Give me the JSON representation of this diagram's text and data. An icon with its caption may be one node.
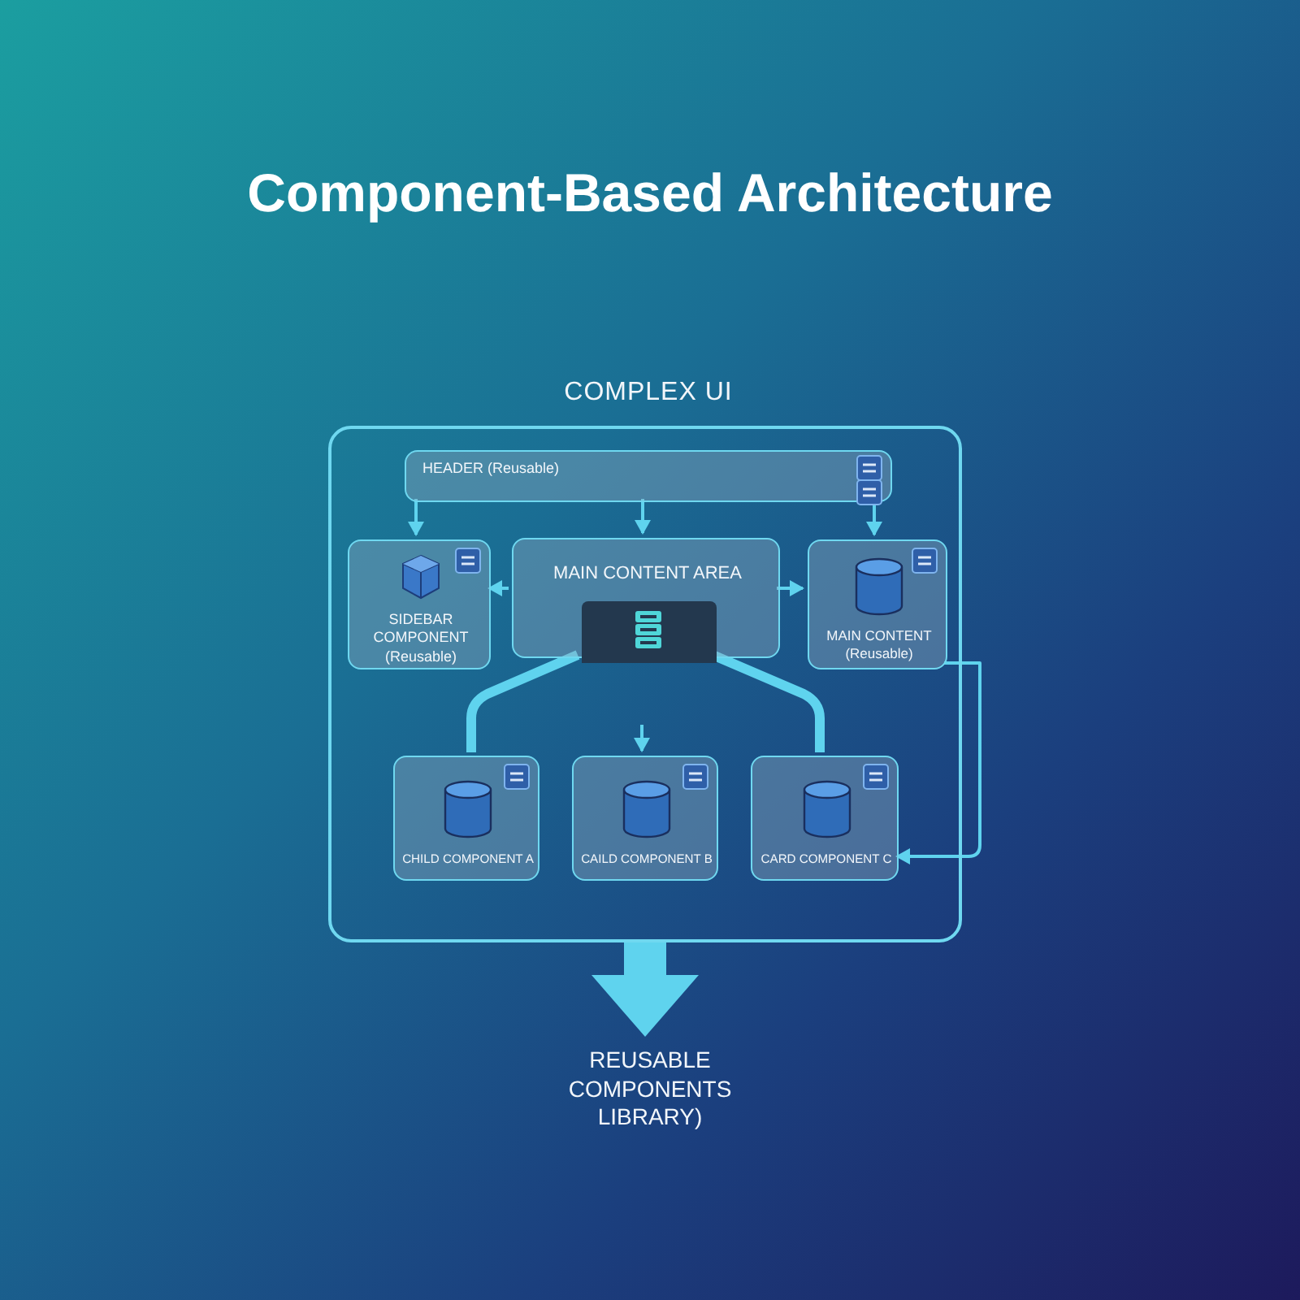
{
  "diagram": {
    "title": "Component-Based Architecture",
    "nodes": [
      {
        "text": [
          "COMPLEX UI"
        ]
      },
      {
        "text": [
          "HEADER (Reusable)"
        ],
        "in": 0
      },
      {
        "text": [
          "SIDEBAR COMPONENT (Reusable)"
        ],
        "in": 0
      },
      {
        "text": [
          "MAIN CONTENT AREA"
        ],
        "in": 0
      },
      {
        "text": [
          "MAIN CONTENT (Reusable)"
        ],
        "in": 0
      },
      {
        "text": [
          "CHILD COMPONENT A"
        ],
        "in": 0
      },
      {
        "text": [
          "CAILD COMPONENT B"
        ],
        "in": 0
      },
      {
        "text": [
          "CARD COMPONENT C"
        ],
        "in": 0
      },
      {
        "text": [
          "REUSABLE COMPONENTS LIBRARY)"
        ]
      }
    ],
    "edges": [
      {
        "from": 1,
        "to": 2,
        "arrow": "to"
      },
      {
        "from": 1,
        "to": 3,
        "arrow": "to"
      },
      {
        "from": 1,
        "to": 4,
        "arrow": "to"
      },
      {
        "from": 3,
        "to": 2,
        "arrow": "to"
      },
      {
        "from": 3,
        "to": 4,
        "arrow": "to"
      },
      {
        "from": 3,
        "to": 5,
        "arrow": "none",
        "style": "thick"
      },
      {
        "from": 3,
        "to": 7,
        "arrow": "none",
        "style": "thick"
      },
      {
        "from": null,
        "to": 6,
        "arrow": "to"
      },
      {
        "from": 4,
        "to": 7,
        "arrow": "to"
      },
      {
        "from": 0,
        "to": 8,
        "arrow": "to",
        "style": "thick"
      }
    ]
  }
}
